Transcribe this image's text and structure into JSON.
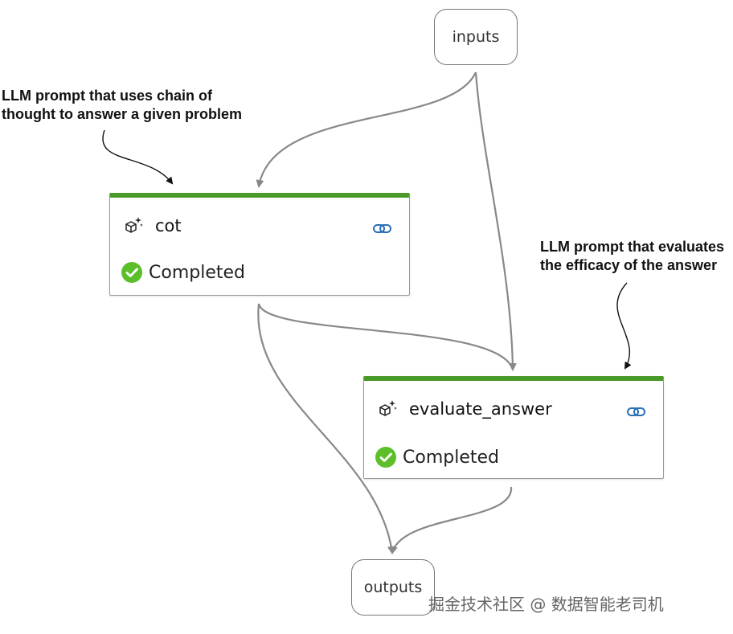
{
  "nodes": {
    "inputs": {
      "label": "inputs"
    },
    "cot": {
      "title": "cot",
      "status": "Completed"
    },
    "evaluate_answer": {
      "title": "evaluate_answer",
      "status": "Completed"
    },
    "outputs": {
      "label": "outputs"
    }
  },
  "annotations": {
    "cot_note": [
      "LLM prompt that uses chain of",
      "thought to answer a given problem"
    ],
    "evaluate_note": [
      "LLM prompt that evaluates",
      "the efficacy of the answer"
    ]
  },
  "watermark": "掘金技术社区 @ 数据智能老司机",
  "colors": {
    "header_bar": "#4a9a2a",
    "status_check": "#5cbf2a",
    "link_icon": "#2a6fb5",
    "edge": "#888888"
  }
}
